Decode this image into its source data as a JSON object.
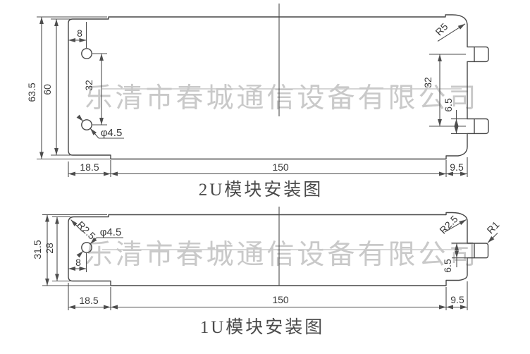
{
  "watermark": {
    "text": "乐清市春城通信设备有限公司"
  },
  "drawing_2u": {
    "title": "2U模块安装图",
    "dims": {
      "total_height": "63.5",
      "inner_height": "60",
      "hole_offset": "8",
      "hole_spacing": "32",
      "hole_diameter": "φ4.5",
      "left_flange": "18.5",
      "body_width": "150",
      "right_flange": "9.5",
      "corner_radius": "R5",
      "tab_spacing": "32",
      "tab_height": "6.5"
    }
  },
  "drawing_1u": {
    "title": "1U模块安装图",
    "dims": {
      "total_height": "31.5",
      "inner_height": "28",
      "hole_offset": "8",
      "hole_diameter": "φ4.5",
      "left_flange": "18.5",
      "body_width": "150",
      "right_flange": "9.5",
      "corner_radius_left": "R2.5",
      "corner_radius_right": "R2.5",
      "tab_radius": "R1",
      "tab_height": "6.5"
    }
  },
  "colors": {
    "line": "#474747",
    "dimension": "#4d4d4d",
    "watermark": "#c9c9c9",
    "background": "#ffffff"
  }
}
